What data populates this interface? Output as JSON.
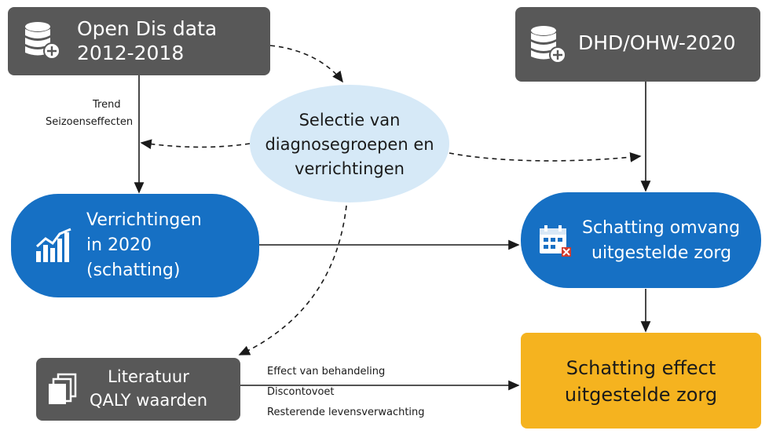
{
  "nodes": {
    "open_dis": {
      "line1": "Open Dis data",
      "line2": "2012-2018",
      "icon": "database-add-icon"
    },
    "dhd": {
      "line1": "DHD/OHW-2020",
      "icon": "database-add-icon"
    },
    "selectie": {
      "line1": "Selectie van",
      "line2": "diagnosegroepen en",
      "line3": "verrichtingen"
    },
    "verrichtingen": {
      "line1": "Verrichtingen",
      "line2": "in 2020",
      "line3": "(schatting)",
      "icon": "chart-icon"
    },
    "schatting_omvang": {
      "line1": "Schatting omvang",
      "line2": "uitgestelde zorg",
      "icon": "calendar-icon"
    },
    "literatuur": {
      "line1": "Literatuur",
      "line2": "QALY waarden",
      "icon": "document-stack-icon"
    },
    "schatting_effect": {
      "line1": "Schatting effect",
      "line2": "uitgestelde zorg"
    }
  },
  "edge_labels": {
    "trend": "Trend",
    "seizoen": "Seizoenseffecten",
    "effect": "Effect van behandeling",
    "disconto": "Discontovoet",
    "resterende": "Resterende levensverwachting"
  },
  "colors": {
    "dark_box": "#585858",
    "blue_box": "#1670c4",
    "gold_box": "#f5b31f",
    "ellipse": "#d6e9f7"
  }
}
